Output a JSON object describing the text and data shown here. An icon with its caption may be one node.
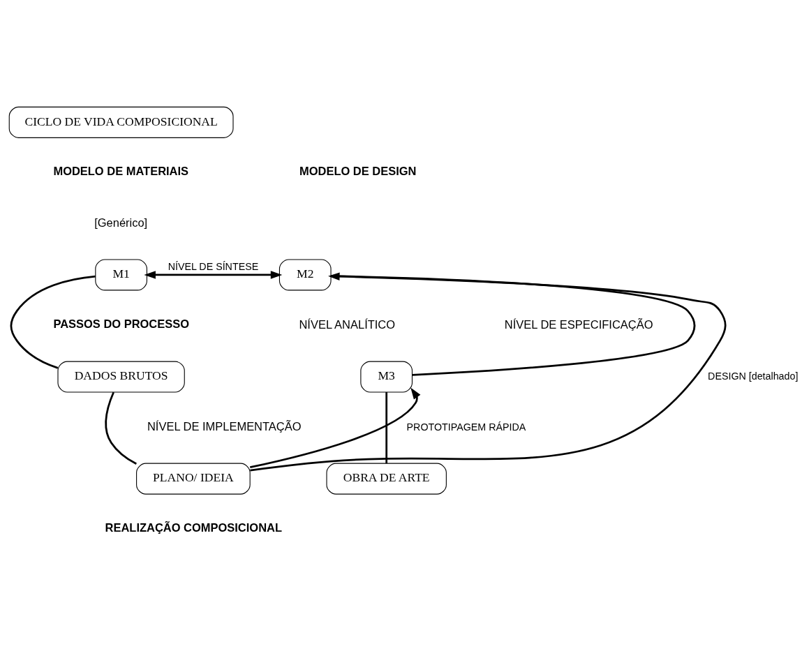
{
  "diagram": {
    "nodes": [
      {
        "text": [
          "CICLO DE VIDA COMPOSICIONAL"
        ]
      },
      {
        "text": [
          "M1"
        ]
      },
      {
        "text": [
          "M2"
        ]
      },
      {
        "text": [
          "DADOS BRUTOS"
        ]
      },
      {
        "text": [
          "M3"
        ]
      },
      {
        "text": [
          "PLANO/ IDEIA"
        ]
      },
      {
        "text": [
          "OBRA DE ARTE"
        ]
      }
    ],
    "edges": [
      {
        "from": 1,
        "to": 2,
        "arrow": "both",
        "label": "NÍVEL DE SÍNTESE"
      },
      {
        "from": 1,
        "to": 3,
        "arrow": "none"
      },
      {
        "from": 3,
        "to": 5,
        "arrow": "none"
      },
      {
        "from": 5,
        "to": 2,
        "arrow": "to",
        "label": "DESIGN [detalhado]"
      },
      {
        "from": 5,
        "to": 4,
        "arrow": "to",
        "label": "PROTOTIPAGEM RÁPIDA"
      },
      {
        "from": 2,
        "to": 4,
        "arrow": "none"
      },
      {
        "from": 4,
        "to": 6,
        "arrow": "none"
      }
    ],
    "labels": [
      "MODELO DE MATERIAIS",
      "MODELO DE DESIGN",
      "[Genérico]",
      "NÍVEL ANALÍTICO",
      "NÍVEL DE ESPECIFICAÇÃO",
      "NÍVEL DE IMPLEMENTAÇÃO",
      "PASSOS DO PROCESSO",
      "REALIZAÇÃO COMPOSICIONAL"
    ]
  }
}
